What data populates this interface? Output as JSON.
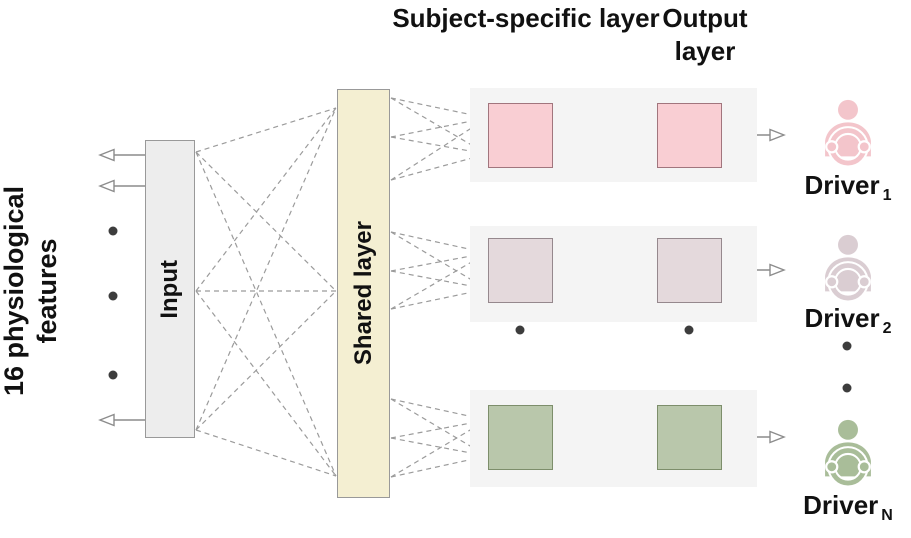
{
  "left_label": "16 physiological features",
  "input": {
    "label": "Input"
  },
  "shared": {
    "label": "Shared layer"
  },
  "headers": {
    "subject_specific": "Subject-specific layer",
    "output": "Output layer"
  },
  "drivers": [
    {
      "label": "Driver",
      "subscript": "1",
      "box_color": "#f9ced3",
      "box_border": "#a1757d",
      "icon_color": "#f3c5cb"
    },
    {
      "label": "Driver",
      "subscript": "2",
      "box_color": "#e4d9dc",
      "box_border": "#95888d",
      "icon_color": "#dacdd2"
    },
    {
      "label": "Driver",
      "subscript": "N",
      "box_color": "#b9c7ab",
      "box_border": "#7d8e6b",
      "icon_color": "#a9bd99"
    }
  ],
  "colors": {
    "input-fill": "#ededed",
    "input-border": "#999999",
    "shared-fill": "#f4efd2",
    "shared-border": "#999999",
    "panel": "#f4f4f4",
    "dash": "#9b9b9b",
    "arrow": "#8c8c8c",
    "dot": "#3d3d3d",
    "text": "#111111"
  }
}
